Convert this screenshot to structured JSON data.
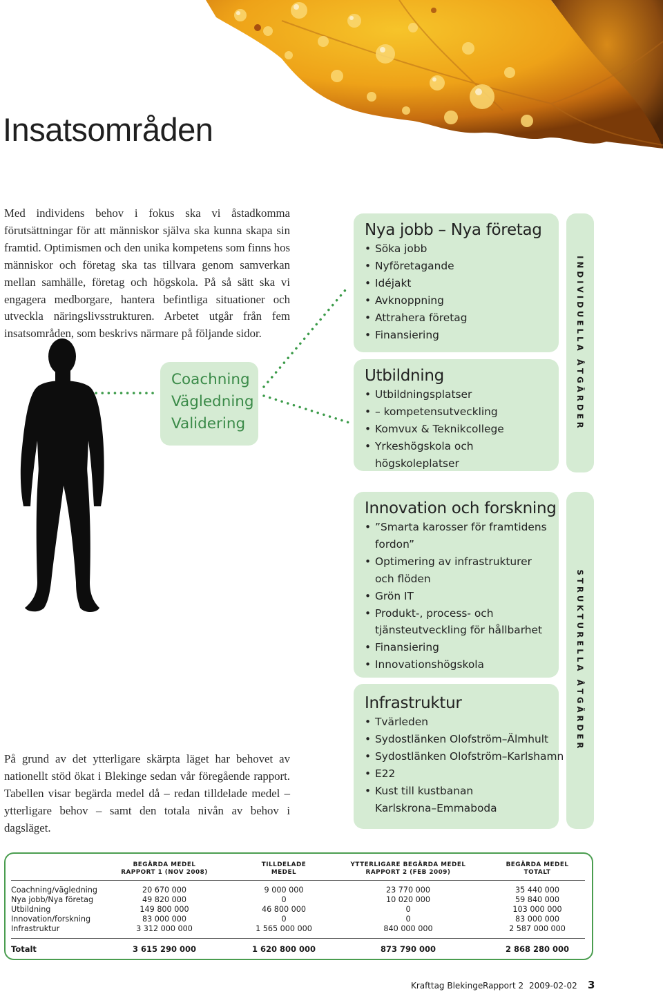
{
  "title": "Insatsområden",
  "intro": "Med individens behov i fokus ska vi åstadkomma förutsättningar för att människor själva ska kunna skapa sin framtid. Optimismen och den unika kompetens som finns hos människor och företag ska tas tillvara genom samverkan mellan samhälle, företag och högskola. På så sätt ska vi engagera medborgare, hantera befintliga situationer och utveckla näringslivsstrukturen. Arbetet utgår från fem insatsområden, som beskrivs närmare på följande sidor.",
  "coach": {
    "line1": "Coachning",
    "line2": "Vägledning",
    "line3": "Validering"
  },
  "boxes": {
    "jobb": {
      "title": "Nya jobb – Nya företag",
      "items": [
        "Söka jobb",
        "Nyföretagande",
        "Idéjakt",
        "Avknoppning",
        "Attrahera företag",
        "Finansiering"
      ]
    },
    "utbildning": {
      "title": "Utbildning",
      "items": [
        "Utbildningsplatser",
        "– kompetensutveckling",
        "Komvux & Teknikcollege",
        "Yrkeshögskola och högskoleplatser"
      ]
    },
    "innovation": {
      "title": "Innovation och forskning",
      "items": [
        "”Smarta karosser för framtidens fordon”",
        "Optimering av infrastrukturer och flöden",
        "Grön IT",
        "Produkt-, process- och tjänsteutveckling för hållbarhet",
        "Finansiering",
        "Innovationshögskola"
      ]
    },
    "infrastruktur": {
      "title": "Infrastruktur",
      "items": [
        "Tvärleden",
        "Sydostlänken Olofström–Älmhult",
        "Sydostlänken Olofström–Karlshamn",
        "E22",
        "Kust till kustbanan Karlskrona–Emmaboda"
      ]
    }
  },
  "side_labels": {
    "individuella": "INDIVIDUELLA ÅTGÄRDER",
    "strukturella": "STRUKTURELLA ÅTGÄRDER"
  },
  "bottom_text": "På grund av det ytterligare skärpta läget har behovet av nationellt stöd ökat i Blekinge sedan vår föregående rapport. Tabellen visar begärda medel då – redan tilldelade medel – ytterligare behov – samt den totala nivån av behov i dagsläget.",
  "table": {
    "headers": [
      [
        "BEGÄRDA MEDEL",
        "RAPPORT 1 (NOV 2008)"
      ],
      [
        "TILLDELADE",
        "MEDEL"
      ],
      [
        "YTTERLIGARE BEGÄRDA MEDEL",
        "RAPPORT 2 (FEB 2009)"
      ],
      [
        "BEGÄRDA MEDEL",
        "TOTALT"
      ]
    ],
    "rows": [
      {
        "label": "Coachning/vägledning",
        "values": [
          "20 670 000",
          "9 000 000",
          "23 770 000",
          "35 440 000"
        ]
      },
      {
        "label": "Nya jobb/Nya företag",
        "values": [
          "49 820 000",
          "0",
          "10 020 000",
          "59 840 000"
        ]
      },
      {
        "label": "Utbildning",
        "values": [
          "149 800 000",
          "46 800 000",
          "0",
          "103 000 000"
        ]
      },
      {
        "label": "Innovation/forskning",
        "values": [
          "83 000 000",
          "0",
          "0",
          "83 000 000"
        ]
      },
      {
        "label": "Infrastruktur",
        "values": [
          "3 312 000 000",
          "1 565 000 000",
          "840 000 000",
          "2 587 000 000"
        ]
      }
    ],
    "total": {
      "label": "Totalt",
      "values": [
        "3 615 290 000",
        "1 620 800 000",
        "873 790 000",
        "2 868 280 000"
      ]
    }
  },
  "footer": {
    "publisher": "Krafttag Blekinge",
    "report": "Rapport 2",
    "date": "2009-02-02",
    "page": "3"
  }
}
